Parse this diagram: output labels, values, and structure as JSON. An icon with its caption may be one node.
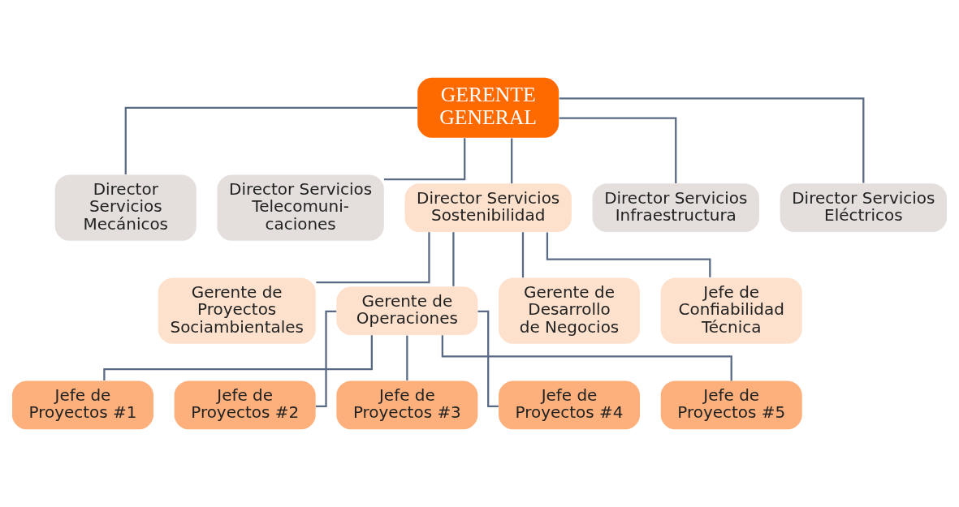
{
  "diagram": {
    "nodes": [
      {
        "text": [
          "GERENTE GENERAL"
        ]
      },
      {
        "text": [
          "Director Servicios Mecánicos"
        ]
      },
      {
        "text": [
          "Director Servicios Telecomuni- caciones"
        ]
      },
      {
        "text": [
          "Director Servicios Sostenibilidad"
        ]
      },
      {
        "text": [
          "Director Servicios Infraestructura"
        ]
      },
      {
        "text": [
          "Director Servicios Eléctricos"
        ]
      },
      {
        "text": [
          "Gerente de Proyectos Sociambientales"
        ]
      },
      {
        "text": [
          "Gerente de Operaciones"
        ]
      },
      {
        "text": [
          "Gerente de Desarrollo de Negocios"
        ]
      },
      {
        "text": [
          "Jefe de Confiabilidad Técnica"
        ]
      },
      {
        "text": [
          "Jefe de Proyectos #1"
        ]
      },
      {
        "text": [
          "Jefe de Proyectos #2"
        ]
      },
      {
        "text": [
          "Jefe de Proyectos #3"
        ]
      },
      {
        "text": [
          "Jefe de Proyectos #4"
        ]
      },
      {
        "text": [
          "Jefe de Proyectos #5"
        ]
      }
    ],
    "edges": [
      {
        "from": 0,
        "to": 1,
        "arrow": "none"
      },
      {
        "from": 0,
        "to": 2,
        "arrow": "none"
      },
      {
        "from": 0,
        "to": 3,
        "arrow": "none"
      },
      {
        "from": 0,
        "to": 4,
        "arrow": "none"
      },
      {
        "from": 0,
        "to": 5,
        "arrow": "none"
      },
      {
        "from": 3,
        "to": 6,
        "arrow": "none"
      },
      {
        "from": 3,
        "to": 7,
        "arrow": "none"
      },
      {
        "from": 3,
        "to": 8,
        "arrow": "none"
      },
      {
        "from": 3,
        "to": 9,
        "arrow": "none"
      },
      {
        "from": 7,
        "to": 10,
        "arrow": "none"
      },
      {
        "from": 7,
        "to": 11,
        "arrow": "none"
      },
      {
        "from": 7,
        "to": 12,
        "arrow": "none"
      },
      {
        "from": 7,
        "to": 13,
        "arrow": "none"
      },
      {
        "from": 7,
        "to": 14,
        "arrow": "none"
      }
    ]
  }
}
